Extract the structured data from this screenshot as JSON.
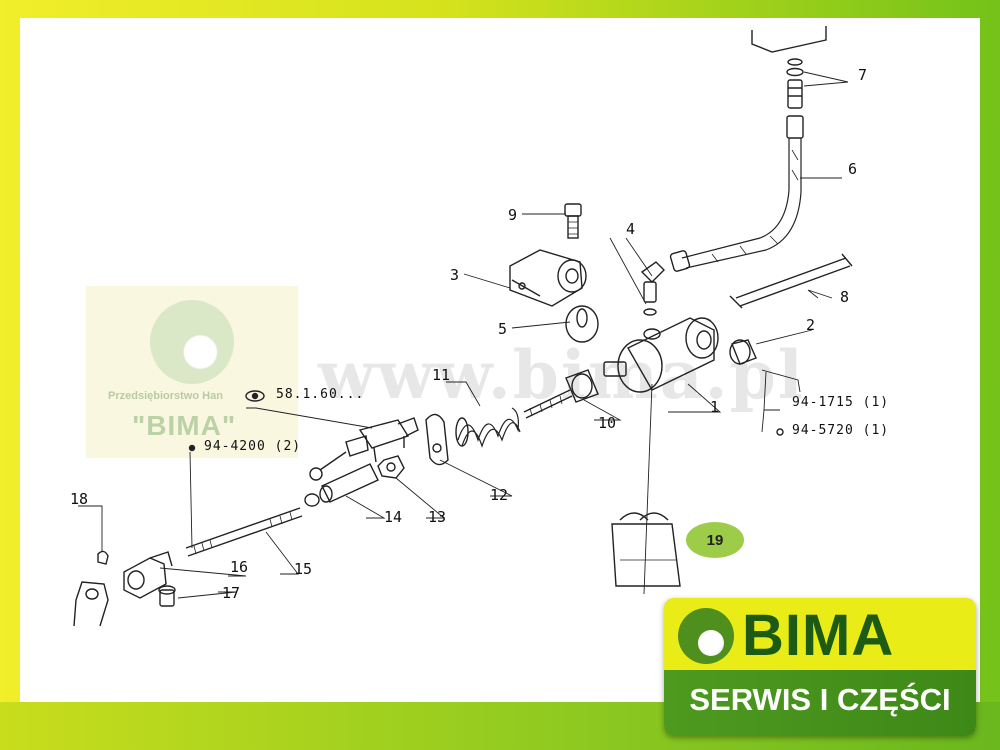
{
  "watermark": {
    "url": "www.bima.pl",
    "company_partial": "Przedsiębiorstwo Han",
    "name": "\"BIMA\""
  },
  "callouts": [
    "1",
    "2",
    "3",
    "4",
    "5",
    "6",
    "7",
    "8",
    "9",
    "10",
    "11",
    "12",
    "13",
    "14",
    "15",
    "16",
    "17",
    "18",
    "19"
  ],
  "references": {
    "ref_a": "58.1.60...",
    "ref_b": "94-4200 (2)",
    "ref_c": "94-1715 (1)",
    "ref_d": "94-5720 (1)"
  },
  "logo": {
    "brand": "BIMA",
    "tagline": "SERWIS I CZĘŚCI"
  },
  "colors": {
    "frame_yellow": "#f1ee2a",
    "frame_green": "#74c21a",
    "logo_yellow": "#e9ec17",
    "logo_green": "#3e8818",
    "badge_green": "#9ccc48"
  }
}
